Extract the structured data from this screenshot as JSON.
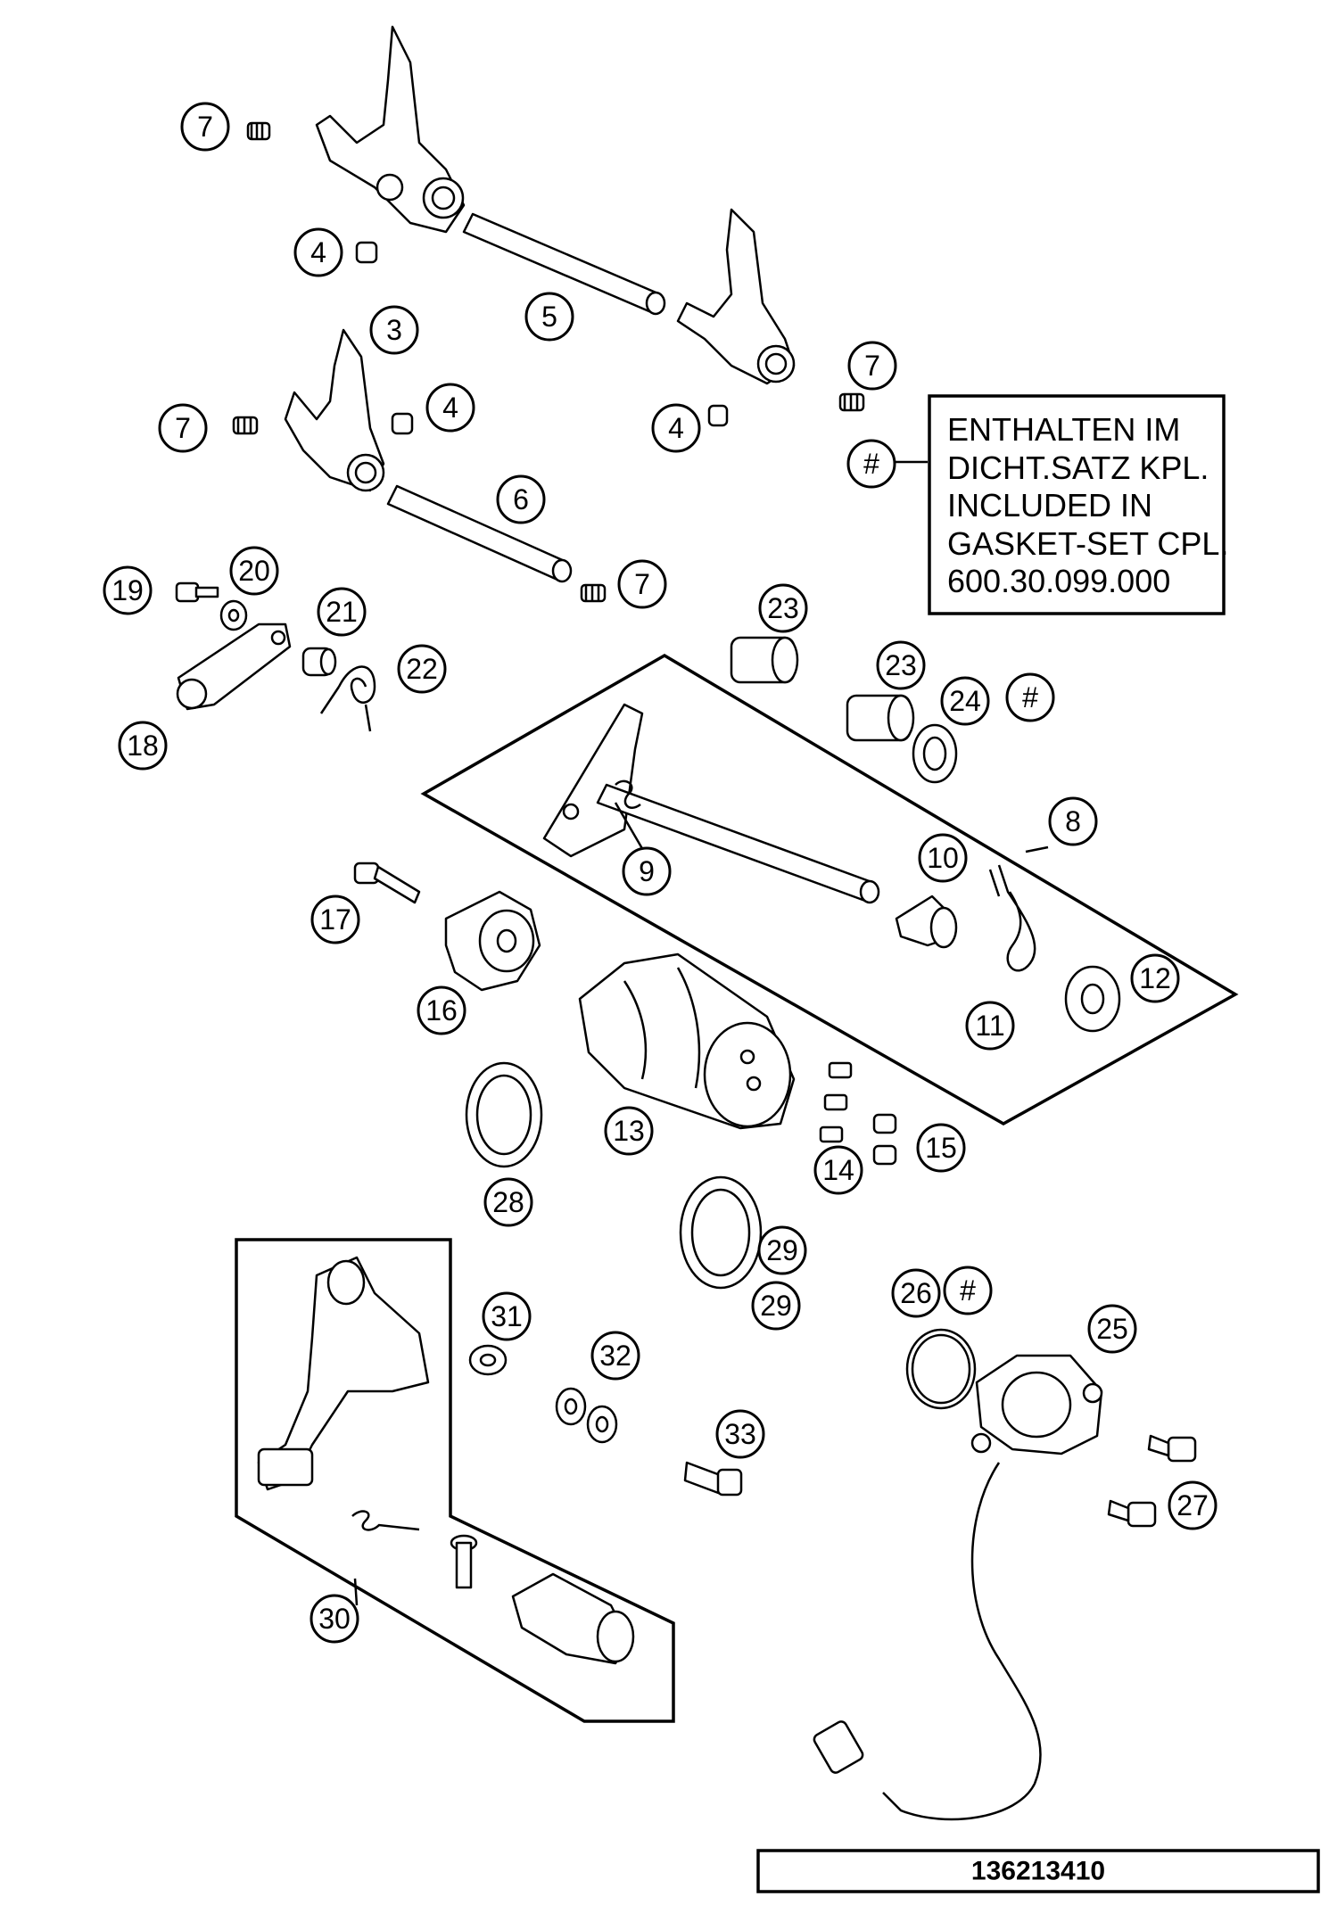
{
  "callouts": {
    "c7a": "7",
    "c4a": "4",
    "c5": "5",
    "c3": "3",
    "c7b": "7",
    "c4b": "4",
    "c4c": "4",
    "c7c": "7",
    "c6": "6",
    "c7d": "7",
    "c19": "19",
    "c20": "20",
    "c21": "21",
    "c22": "22",
    "c18": "18",
    "c23a": "23",
    "c23b": "23",
    "c24": "24",
    "c8": "8",
    "c9": "9",
    "c10": "10",
    "c17": "17",
    "c16": "16",
    "c12": "12",
    "c11": "11",
    "c13": "13",
    "c15": "15",
    "c14": "14",
    "c28": "28",
    "c29a": "29",
    "c29b": "29",
    "c26": "26",
    "c25": "25",
    "c31": "31",
    "c32": "32",
    "c33": "33",
    "c27": "27",
    "c30": "30",
    "hash1": "#",
    "hash2": "#",
    "hash3": "#"
  },
  "note": {
    "line1": "ENTHALTEN IM",
    "line2": "DICHT.SATZ KPL.",
    "line3": "INCLUDED IN",
    "line4": "GASKET-SET CPL.",
    "line5": "600.30.099.000"
  },
  "drawing_code": "136213410"
}
